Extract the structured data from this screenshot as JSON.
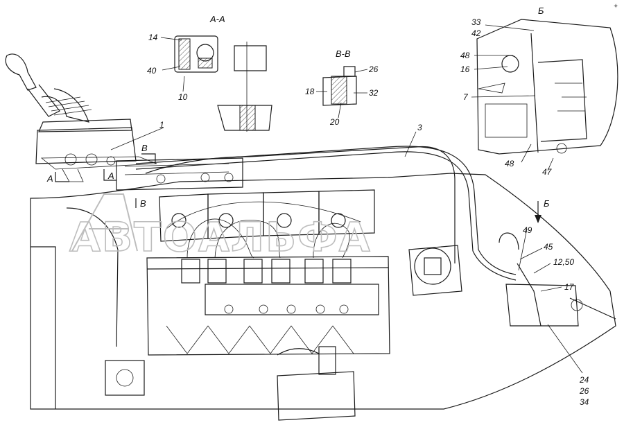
{
  "watermark": {
    "text": "АВТОАЛЬФА"
  },
  "corner_mark": "✦",
  "sections": [
    {
      "id": "sec-aa",
      "text": "А-А"
    },
    {
      "id": "sec-vv",
      "text": "В-В"
    },
    {
      "id": "sec-b",
      "text": "Б"
    },
    {
      "id": "view-b-arrow",
      "text": "Б"
    },
    {
      "id": "cut-a-left",
      "text": "А"
    },
    {
      "id": "cut-a-right",
      "text": "А"
    },
    {
      "id": "cut-b-top",
      "text": "В"
    },
    {
      "id": "cut-b-bottom",
      "text": "В"
    }
  ],
  "callouts": [
    "14",
    "40",
    "10",
    "26",
    "18",
    "32",
    "20",
    "33",
    "42",
    "48",
    "16",
    "7",
    "48",
    "47",
    "1",
    "3",
    "49",
    "45",
    "12,50",
    "17",
    "24",
    "26",
    "34"
  ],
  "colors": {
    "line": "#1a1a1a",
    "watermark": "#bdbdbd",
    "background": "#ffffff"
  }
}
